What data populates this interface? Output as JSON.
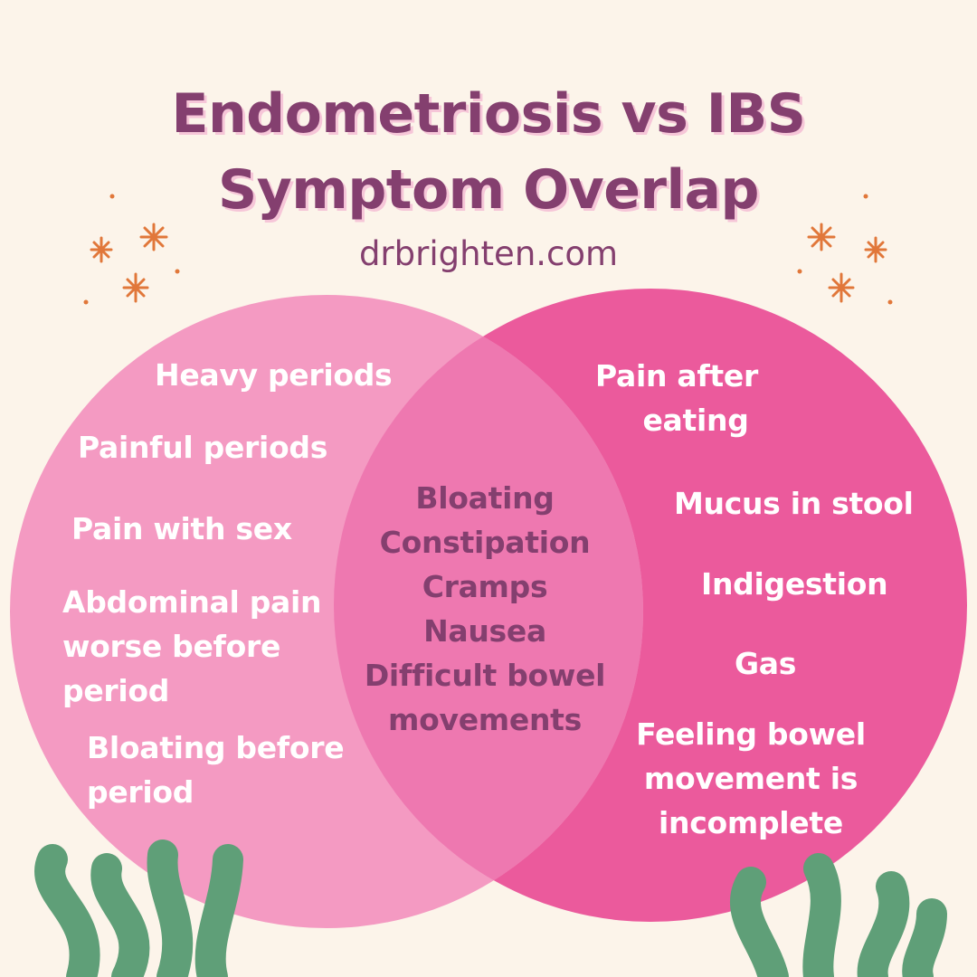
{
  "title": {
    "line1": "Endometriosis vs IBS",
    "line2": "Symptom Overlap"
  },
  "subtitle": "drbrighten.com",
  "colors": {
    "background": "#fcf4ea",
    "left_circle": "#f49ac2",
    "right_circle": "#eb5a9c",
    "overlap": "#ee78b0",
    "title_text": "#843f6f",
    "title_shadow": "#f6c6d8",
    "leaf": "#5f9f78",
    "sparkle": "#e1773a"
  },
  "left_circle": {
    "items": [
      {
        "lines": [
          "Heavy periods"
        ]
      },
      {
        "lines": [
          "Painful periods"
        ]
      },
      {
        "lines": [
          "Pain with sex"
        ]
      },
      {
        "lines": [
          "Abdominal pain",
          "worse before",
          "period"
        ]
      },
      {
        "lines": [
          "Bloating before",
          "period"
        ]
      }
    ]
  },
  "overlap": {
    "items": [
      "Bloating",
      "Constipation",
      "Cramps",
      "Nausea",
      "Difficult bowel",
      "movements"
    ]
  },
  "right_circle": {
    "items": [
      {
        "lines": [
          "Pain after",
          "eating"
        ]
      },
      {
        "lines": [
          "Mucus in stool"
        ]
      },
      {
        "lines": [
          "Indigestion"
        ]
      },
      {
        "lines": [
          "Gas"
        ]
      },
      {
        "lines": [
          "Feeling bowel",
          "movement is",
          "incomplete"
        ]
      }
    ]
  },
  "decorations": [
    "sparkle-icon",
    "leaf-icon"
  ]
}
